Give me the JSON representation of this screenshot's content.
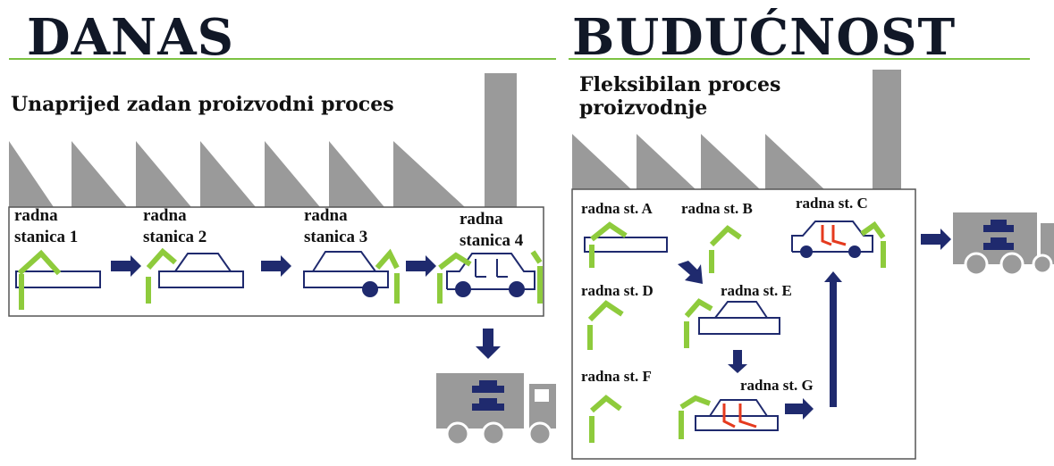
{
  "colors": {
    "navy": "#1f2a6e",
    "green": "#8ecb3c",
    "gray": "#9a9a9a",
    "red": "#e53a1e",
    "rule": "#7cc242"
  },
  "left": {
    "title": "DANAS",
    "subtitle": "Unaprijed zadan proizvodni proces",
    "stations": [
      {
        "line1": "radna",
        "line2": "stanica 1"
      },
      {
        "line1": "radna",
        "line2": "stanica 2"
      },
      {
        "line1": "radna",
        "line2": "stanica 3"
      },
      {
        "line1": "radna",
        "line2": "stanica 4"
      }
    ]
  },
  "right": {
    "title": "BUDUĆNOST",
    "subtitle_line1": "Fleksibilan proces",
    "subtitle_line2": "proizvodnje",
    "stations": {
      "a": "radna st. A",
      "b": "radna st. B",
      "c": "radna st. C",
      "d": "radna st. D",
      "e": "radna st. E",
      "f": "radna st. F",
      "g": "radna st. G"
    }
  },
  "icons": [
    "factory-icon",
    "robot-arm-icon",
    "car-body-icon",
    "truck-icon",
    "arrow-icon"
  ]
}
